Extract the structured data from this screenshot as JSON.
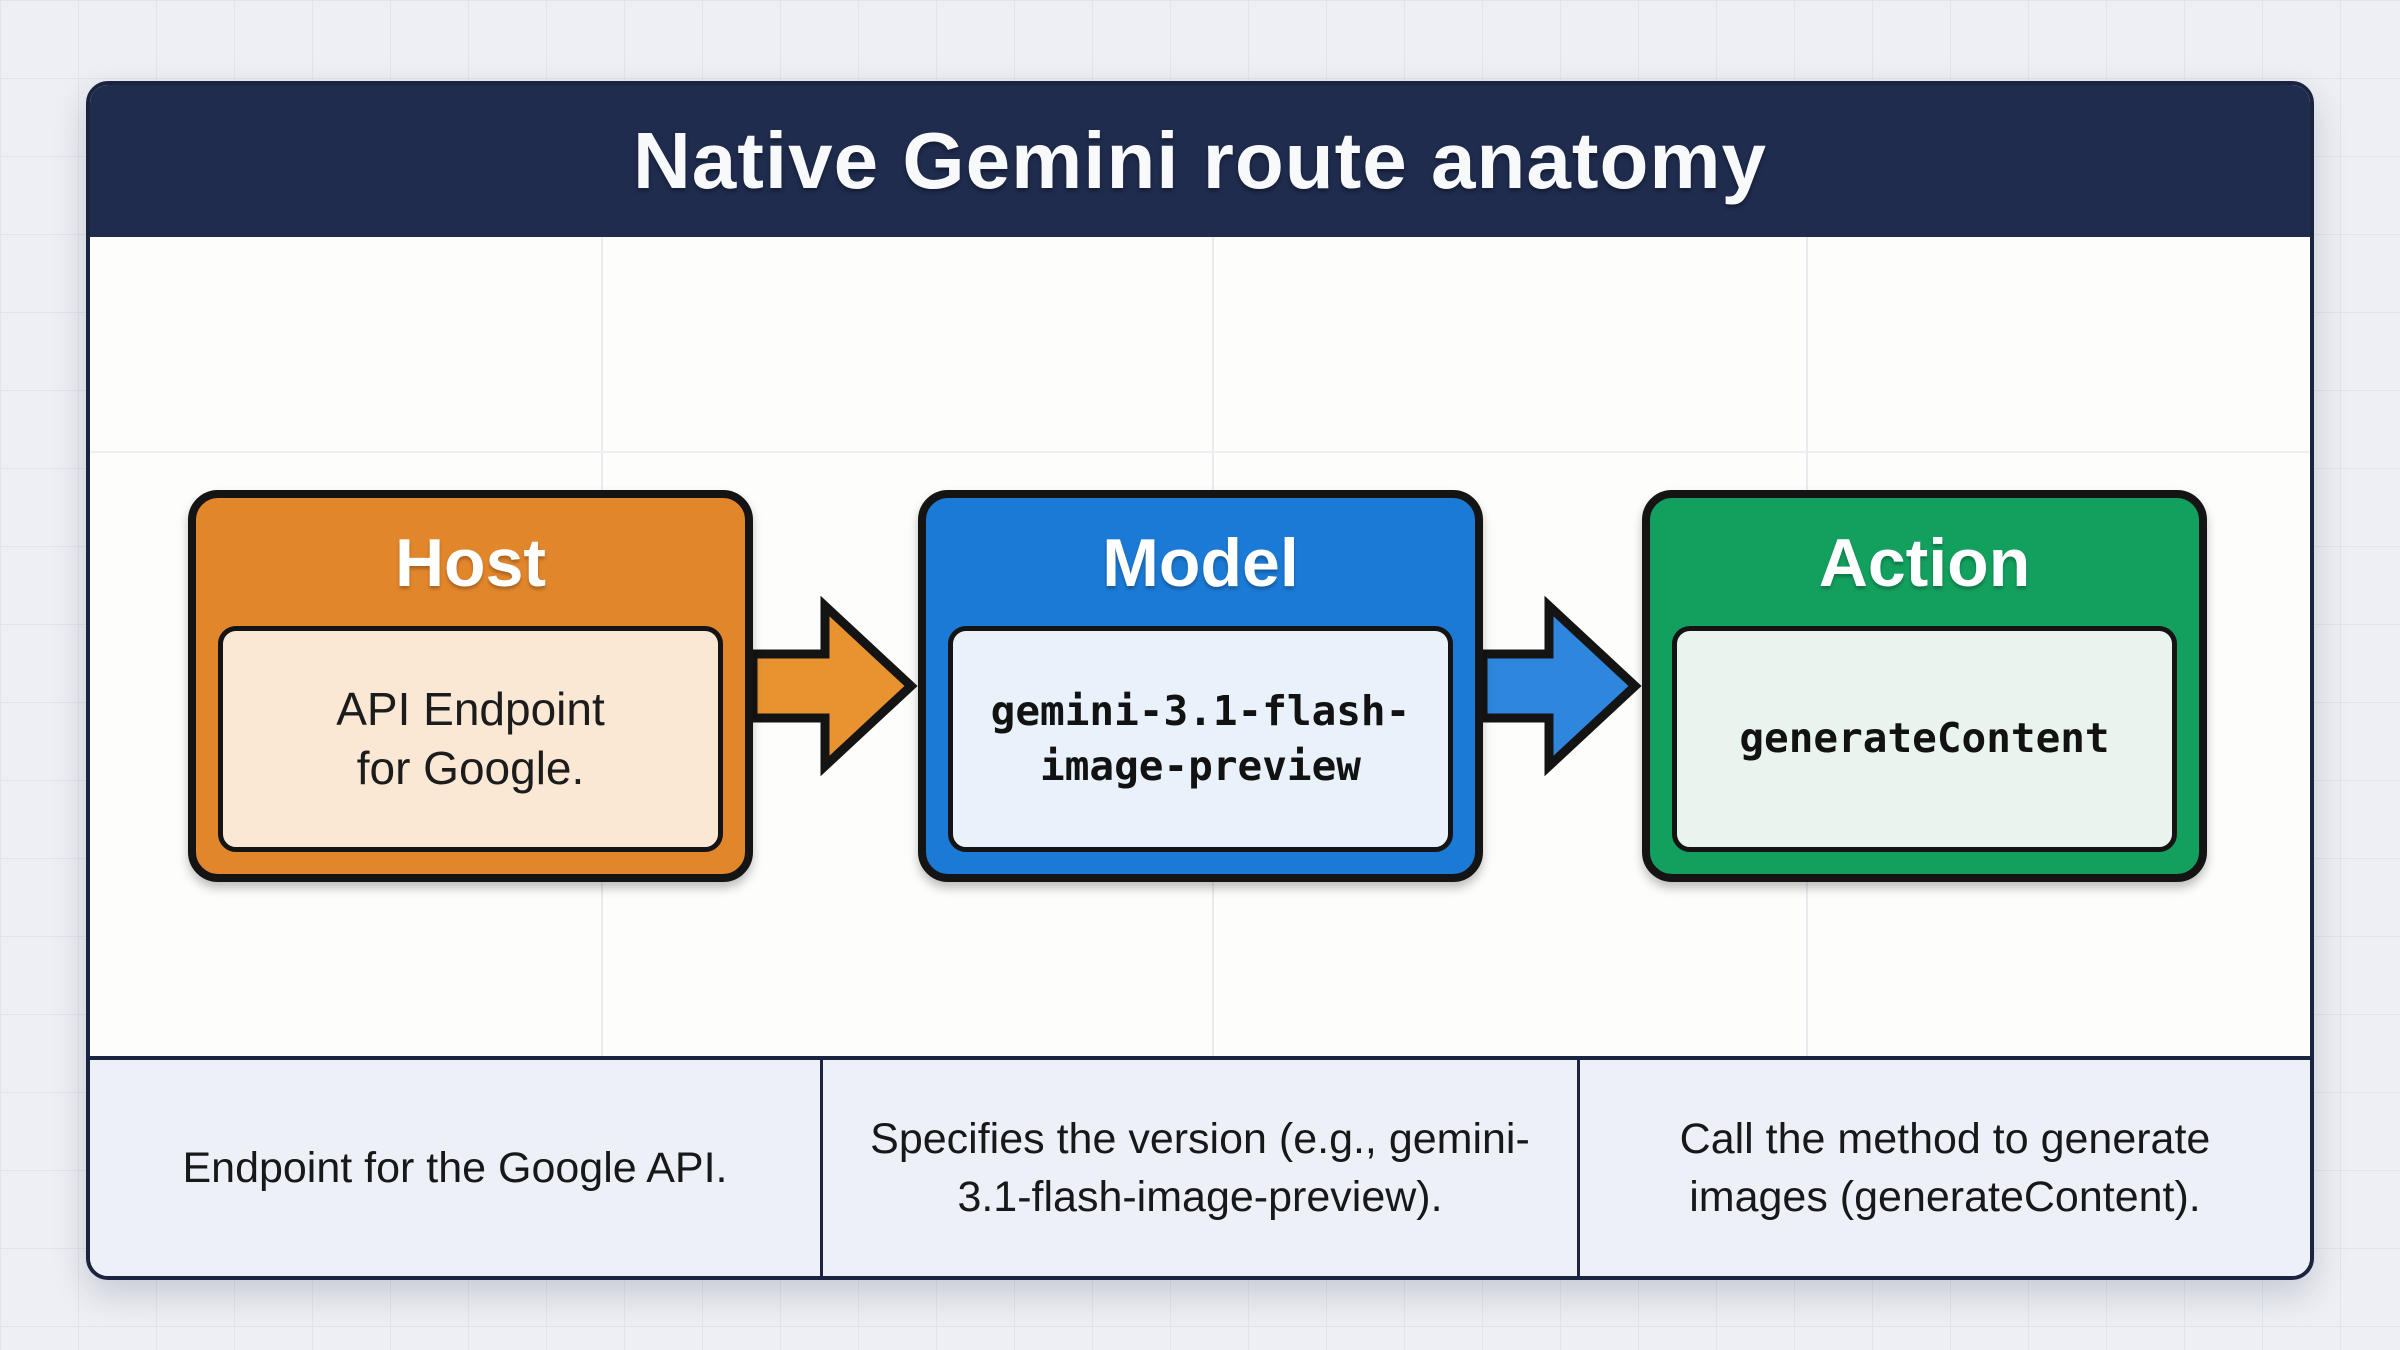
{
  "title": "Native Gemini route anatomy",
  "nodes": [
    {
      "id": "host",
      "label": "Host",
      "line1": "API Endpoint",
      "line2": "for Google.",
      "color": "#e2862c",
      "inner_bg": "#fae8d4"
    },
    {
      "id": "model",
      "label": "Model",
      "line1": "gemini-3.1-flash-",
      "line2": "image-preview",
      "color": "#1b7ad5",
      "inner_bg": "#e9f1fa"
    },
    {
      "id": "action",
      "label": "Action",
      "line1": "generateContent",
      "line2": "",
      "color": "#13a05e",
      "inner_bg": "#eaf4ee"
    }
  ],
  "arrows": [
    {
      "from": "host",
      "to": "model",
      "color": "#e8932f"
    },
    {
      "from": "model",
      "to": "action",
      "color": "#2f86dd"
    }
  ],
  "footer": [
    {
      "text": "Endpoint for the Google API."
    },
    {
      "text": "Specifies the version (e.g., gemini-3.1-flash-image-preview)."
    },
    {
      "text": "Call the method to generate images (generateContent)."
    }
  ],
  "colors": {
    "header_bg": "#1f2c4e",
    "card_bg": "#fcfcfa",
    "card_border": "#1a2440",
    "canvas_bg": "#edeff4",
    "footer_bg": "#edf0f6",
    "outline_black": "#141414"
  }
}
